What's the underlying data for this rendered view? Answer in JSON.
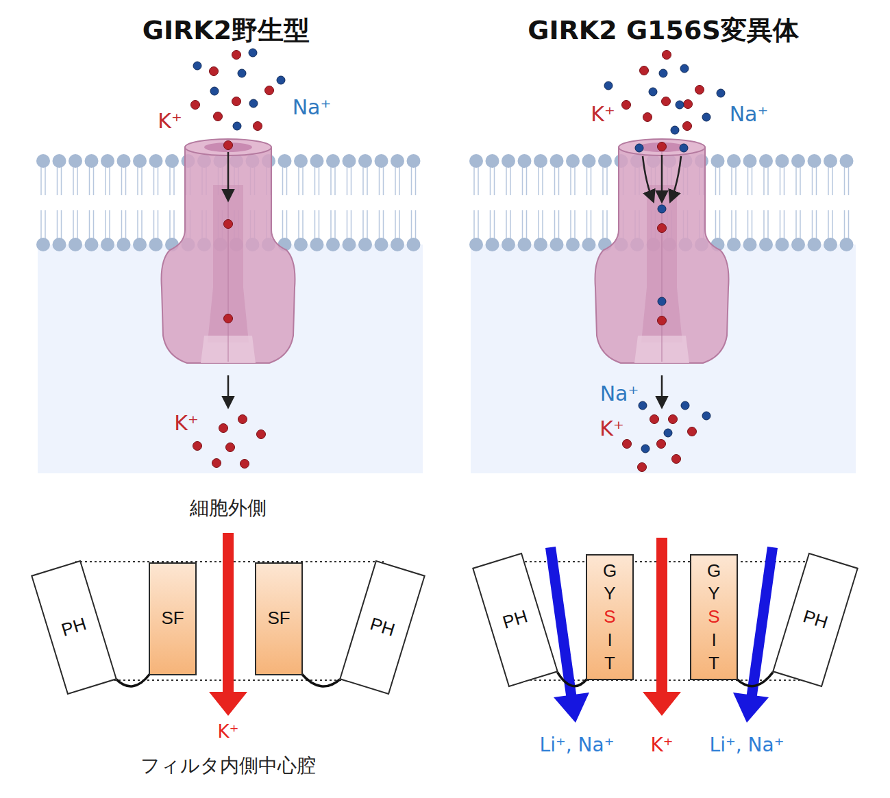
{
  "diagram": {
    "nodes": [
      {
        "text": [
          "PH"
        ]
      },
      {
        "text": [
          "SF"
        ]
      },
      {
        "text": [
          "SF"
        ]
      },
      {
        "text": [
          "PH"
        ]
      },
      {
        "text": [
          "PH"
        ]
      },
      {
        "text": [
          "G",
          "Y",
          "S",
          "I",
          "T"
        ]
      },
      {
        "text": [
          "G",
          "Y",
          "S",
          "I",
          "T"
        ]
      },
      {
        "text": [
          "PH"
        ]
      }
    ],
    "edges": [
      {
        "from": 0,
        "to": 1,
        "arrow": "none"
      },
      {
        "from": 3,
        "to": 2,
        "arrow": "none"
      },
      {
        "from": 4,
        "to": 5,
        "arrow": "none"
      },
      {
        "from": 7,
        "to": 6,
        "arrow": "none"
      }
    ],
    "labels": [
      "GIRK2野生型",
      "GIRK2 G156S変異体",
      "K⁺",
      "Na⁺",
      "K⁺",
      "K⁺",
      "Na⁺",
      "Na⁺",
      "K⁺",
      "細胞外側",
      "K⁺",
      "フィルタ内側中心腔",
      "Li⁺, Na⁺",
      "K⁺",
      "Li⁺, Na⁺"
    ]
  }
}
